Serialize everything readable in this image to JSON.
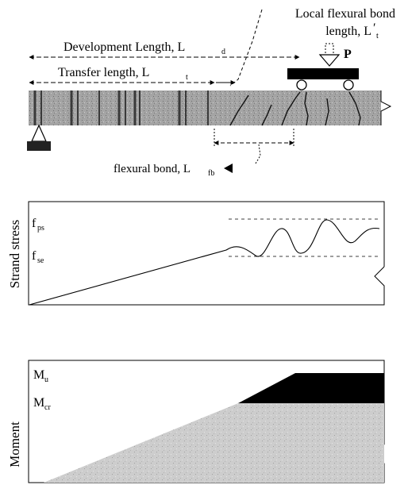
{
  "labels": {
    "local_flexural_bond_line1": "Local flexural bond",
    "local_flexural_bond_line2": "length, L",
    "local_flexural_bond_sub": "t",
    "load": "P",
    "development_length": "Development Length, L",
    "development_length_sub": "d",
    "transfer_length": "Transfer length, L",
    "transfer_length_sub": "t",
    "flexural_bond": "flexural bond, L",
    "flexural_bond_sub": "fb"
  },
  "stress_plot": {
    "ylabel": "Strand stress",
    "levels": [
      {
        "symbol": "f",
        "sub": "ps"
      },
      {
        "symbol": "f",
        "sub": "se"
      }
    ]
  },
  "moment_plot": {
    "ylabel": "Moment",
    "levels": [
      {
        "symbol": "M",
        "sub": "u"
      },
      {
        "symbol": "M",
        "sub": "cr"
      }
    ]
  },
  "colors": {
    "beam": "#9a9a9a",
    "moment_fill": "#c8c8c8",
    "moment_cracked": "#000000"
  }
}
